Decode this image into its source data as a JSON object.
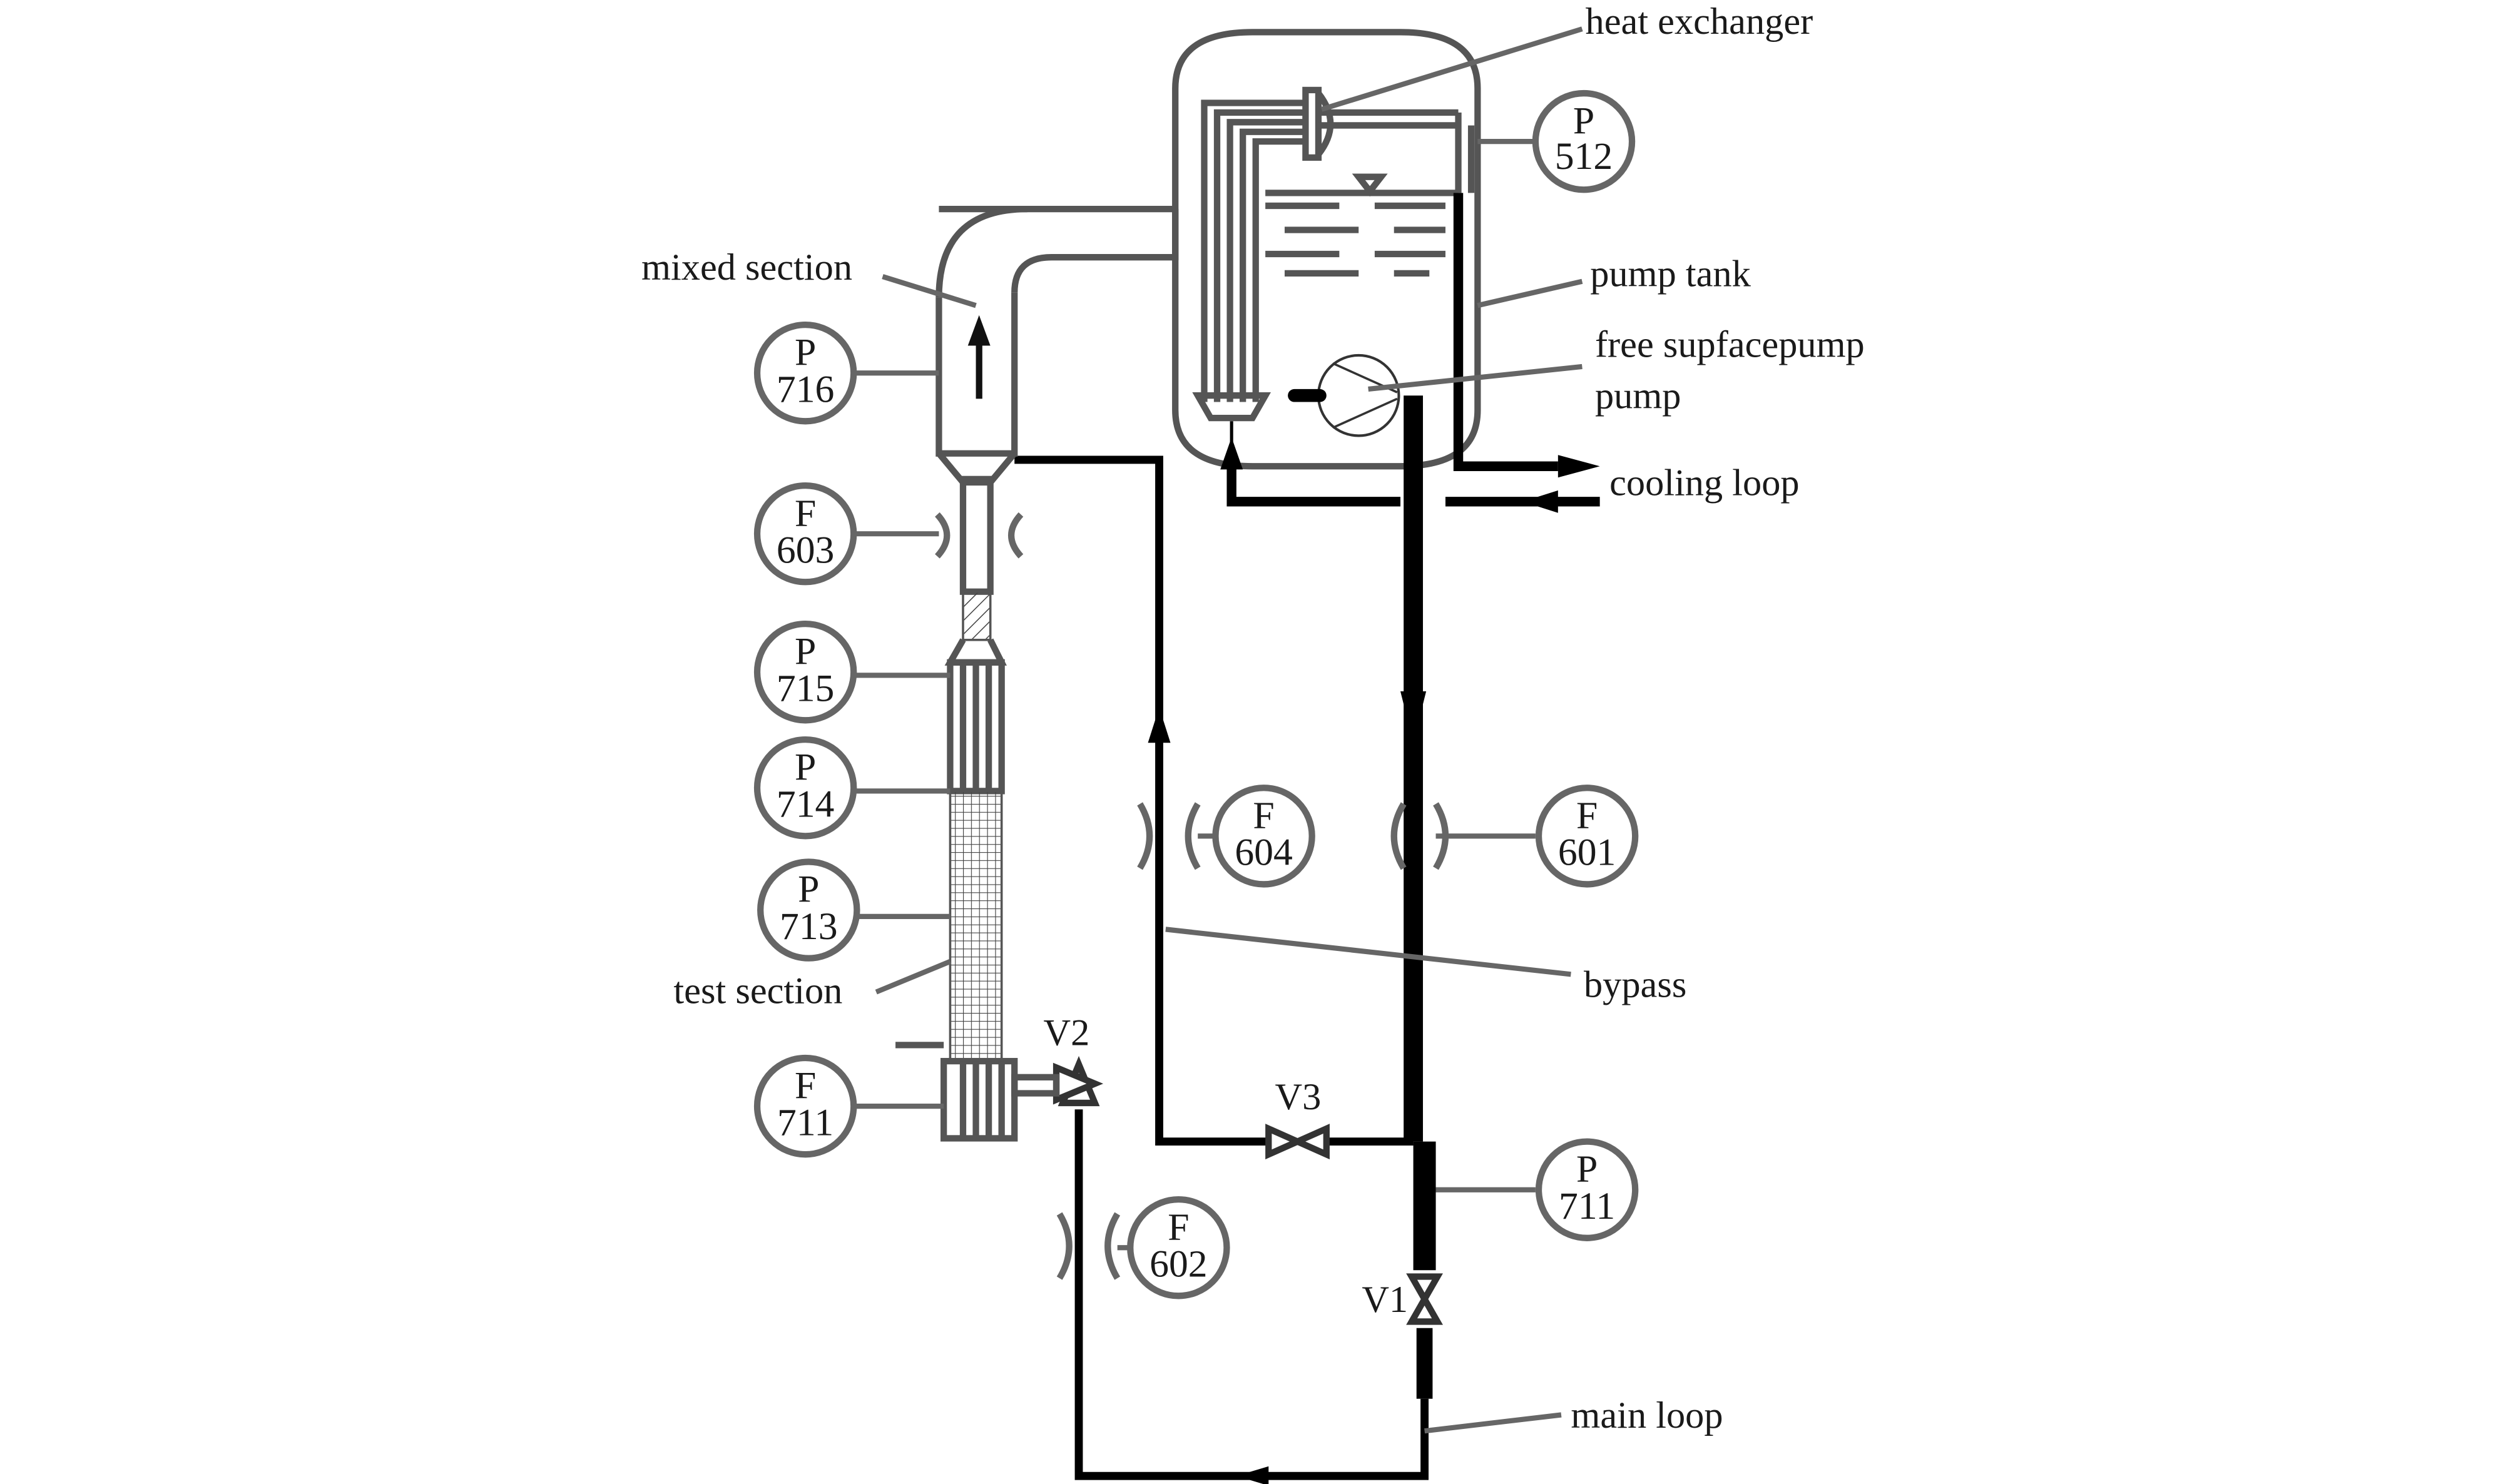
{
  "labels": {
    "heat_exchanger": "heat exchanger",
    "pump_tank": "pump tank",
    "free_surface_pump_line1": "free supfacepump",
    "free_surface_pump_line2": "pump",
    "cooling_loop": "cooling loop",
    "mixed_section": "mixed section",
    "test_section": "test section",
    "bypass": "bypass",
    "main_loop": "main loop",
    "v1": "V1",
    "v2": "V2",
    "v3": "V3"
  },
  "instruments": [
    {
      "type": "P",
      "number": "512"
    },
    {
      "type": "P",
      "number": "716"
    },
    {
      "type": "F",
      "number": "603"
    },
    {
      "type": "P",
      "number": "715"
    },
    {
      "type": "P",
      "number": "714"
    },
    {
      "type": "P",
      "number": "713"
    },
    {
      "type": "F",
      "number": "711"
    },
    {
      "type": "F",
      "number": "604"
    },
    {
      "type": "F",
      "number": "601"
    },
    {
      "type": "P",
      "number": "711"
    },
    {
      "type": "F",
      "number": "602"
    }
  ]
}
